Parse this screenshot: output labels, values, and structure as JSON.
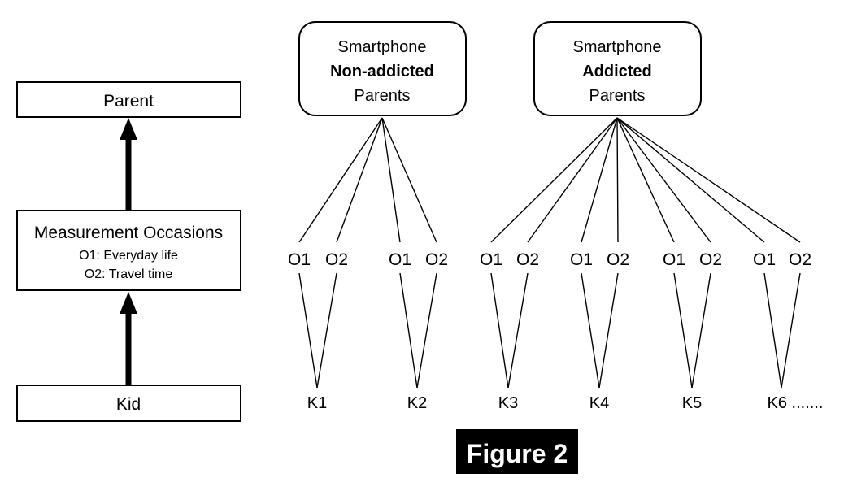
{
  "figure": {
    "caption": "Figure 2",
    "caption_bg": "#000000",
    "caption_fg": "#ffffff"
  },
  "left_panel": {
    "levels": [
      {
        "id": "parent",
        "title": "Parent",
        "sublines": []
      },
      {
        "id": "measurement-occasions",
        "title": "Measurement Occasions",
        "sublines": [
          "O1: Everyday life",
          "O2: Travel time"
        ]
      },
      {
        "id": "kid",
        "title": "Kid",
        "sublines": []
      }
    ],
    "arrows": [
      {
        "id": "arrow-kid-to-occasions",
        "direction": "up"
      },
      {
        "id": "arrow-occasions-to-parent",
        "direction": "up"
      }
    ]
  },
  "right_panel": {
    "groups": [
      {
        "id": "non-addicted",
        "line1": "Smartphone",
        "line2": "Non-addicted",
        "line3": "Parents",
        "kids": [
          {
            "label": "K1",
            "occasions": [
              "O1",
              "O2"
            ]
          },
          {
            "label": "K2",
            "occasions": [
              "O1",
              "O2"
            ]
          }
        ]
      },
      {
        "id": "addicted",
        "line1": "Smartphone",
        "line2": "Addicted",
        "line3": "Parents",
        "kids": [
          {
            "label": "K3",
            "occasions": [
              "O1",
              "O2"
            ]
          },
          {
            "label": "K4",
            "occasions": [
              "O1",
              "O2"
            ]
          },
          {
            "label": "K5",
            "occasions": [
              "O1",
              "O2"
            ]
          },
          {
            "label": "K6 .......",
            "occasions": [
              "O1",
              "O2"
            ]
          }
        ]
      }
    ]
  },
  "colors": {
    "stroke": "#000000",
    "fill": "#ffffff"
  }
}
